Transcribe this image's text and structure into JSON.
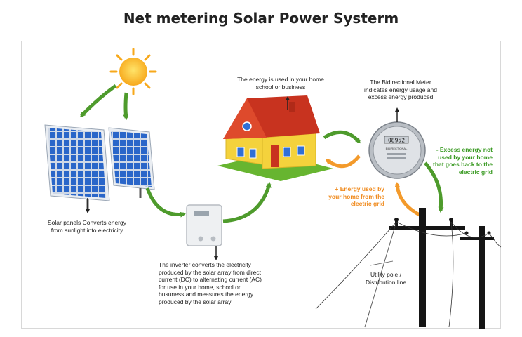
{
  "title": "Net metering Solar Power Systerm",
  "captions": {
    "panels": "Solar panels Converts energy from sunlight into electricity",
    "home": "The energy is used in your home school or business",
    "meter": "The Bidirectional Meter indicates energy usage and excess energy produced",
    "excess": "- Excess energy not used  by your home that goes back to the electric grid",
    "used": "+ Energy used by your home from the electric grid",
    "inverter": "The inverter converts the electricity produced by the solar array from direct current (DC) to alternating current (AC) for use in your home, school or busuness and measures the energy produced by the solar array",
    "pole": "Utility pole / Distribution line"
  },
  "meter_display": {
    "reading": "08952",
    "brand": "BIDIRECTIONAL"
  },
  "colors": {
    "green_arrow": "#4e9b2c",
    "orange_arrow": "#f39a2b",
    "sun": "#f7a81b",
    "panel_blue": "#2a66c9",
    "roof": "#c8331f",
    "wall": "#f4d23c",
    "grass": "#67b530"
  }
}
